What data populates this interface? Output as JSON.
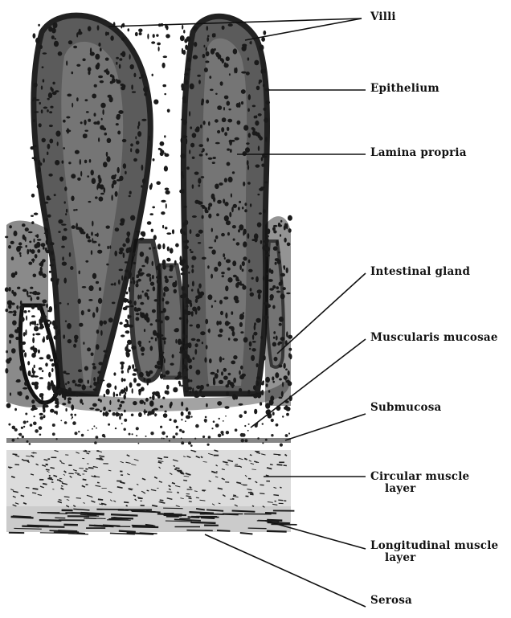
{
  "labels": {
    "villi": "Villi",
    "epithelium": "Epithelium",
    "lamina_propria": "Lamina propria",
    "intestinal_gland": "Intestinal gland",
    "muscularis_mucosae": "Muscularis mucosae",
    "submucosa": "Submucosa",
    "circular_muscle_line1": "Circular muscle",
    "circular_muscle_line2": "layer",
    "longitudinal_muscle_line1": "Longitudinal muscle",
    "longitudinal_muscle_line2": "layer",
    "serosa": "Serosa"
  },
  "colors": {
    "ink": "#111111",
    "tissue": "#1a1a1a",
    "paper": "#ffffff"
  }
}
